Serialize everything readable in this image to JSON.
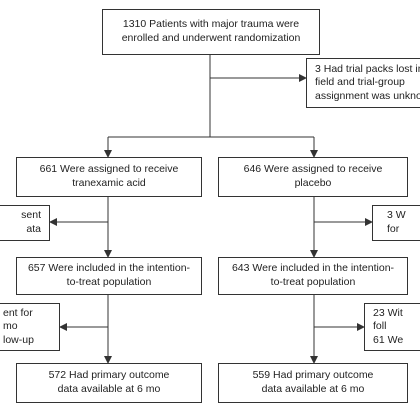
{
  "boxes": {
    "enrolled": "1310 Patients with major trauma were\nenrolled and underwent randomization",
    "excluded_packs": "3 Had trial packs lost in\nfield and trial-group\nassignment was unkno",
    "txa_assigned": "661 Were assigned to receive\ntranexamic acid",
    "placebo_assigned": "646 Were assigned to receive\nplacebo",
    "txa_excluded": "sent\nata",
    "placebo_excluded": "3 W\nfor",
    "txa_itt": "657 Were included in the intention-\nto-treat population",
    "placebo_itt": "643 Were included in the intention-\nto-treat population",
    "txa_lost": "ent for\nmo\nlow-up",
    "placebo_lost": "23 Wit\nfoll\n61 We",
    "txa_outcome": "572 Had primary outcome\ndata available at 6 mo",
    "placebo_outcome": "559 Had primary outcome\ndata available at 6 mo"
  }
}
